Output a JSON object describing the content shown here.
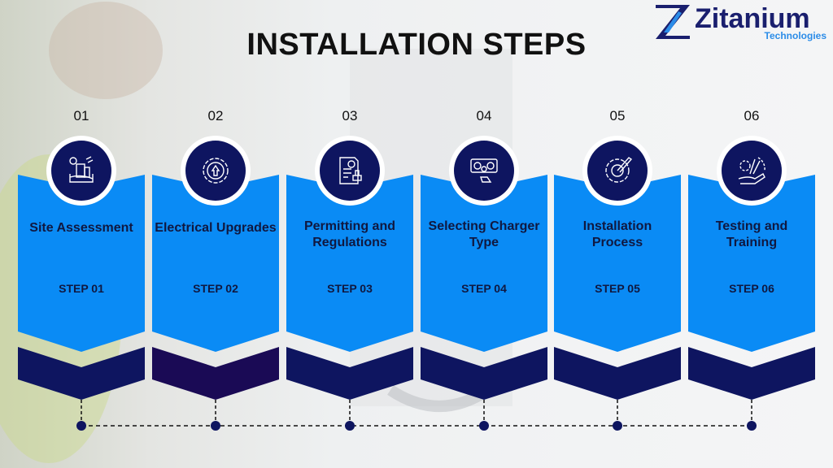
{
  "title": "INSTALLATION STEPS",
  "logo": {
    "name": "Zitanium",
    "sub": "Technologies"
  },
  "colors": {
    "blue": "#0a8bf5",
    "navy": "#0e1560",
    "navy_alt": "#1a0a55"
  },
  "steps": [
    {
      "num": "01",
      "label": "Site Assessment",
      "step": "STEP 01",
      "icon": "building-assessment-icon"
    },
    {
      "num": "02",
      "label": "Electrical Upgrades",
      "step": "STEP 02",
      "icon": "gear-upgrade-icon"
    },
    {
      "num": "03",
      "label": "Permitting and Regulations",
      "step": "STEP 03",
      "icon": "document-stamp-icon"
    },
    {
      "num": "04",
      "label": "Selecting Charger Type",
      "step": "STEP 04",
      "icon": "charger-plug-icon"
    },
    {
      "num": "05",
      "label": "Installation Process",
      "step": "STEP 05",
      "icon": "gear-wrench-icon"
    },
    {
      "num": "06",
      "label": "Testing and Training",
      "step": "STEP 06",
      "icon": "hand-tools-icon"
    }
  ]
}
